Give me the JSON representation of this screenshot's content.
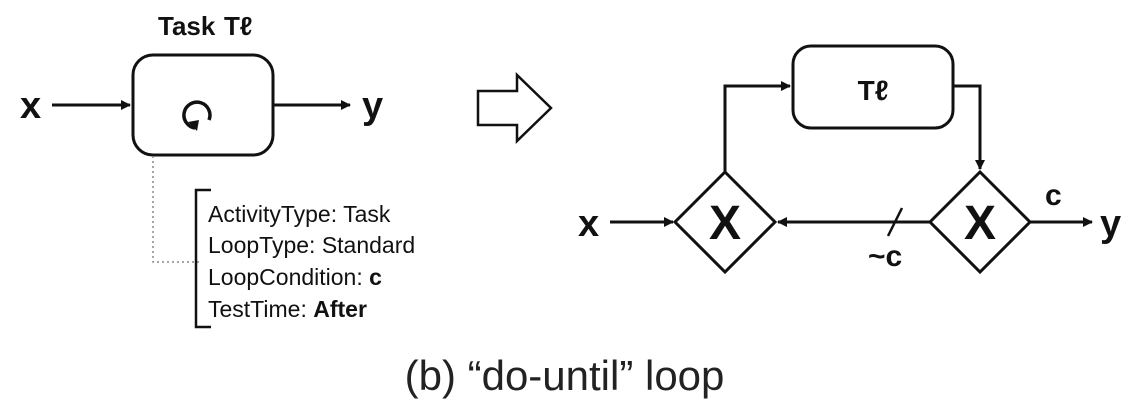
{
  "left": {
    "task_title": "Task",
    "task_name": "Tℓ",
    "input_label": "x",
    "output_label": "y",
    "loop_marker_icon": "loop-arrow-icon",
    "attributes": [
      {
        "key": "ActivityType: ",
        "value": "Task"
      },
      {
        "key": "LoopType: ",
        "value": "Standard"
      },
      {
        "key": "LoopCondition: ",
        "value": "c"
      },
      {
        "key": "TestTime: ",
        "value": "After"
      }
    ]
  },
  "transform_arrow_icon": "hollow-right-arrow-icon",
  "right": {
    "task_name": "Tℓ",
    "input_label": "x",
    "output_label": "y",
    "exit_condition": "c",
    "loop_condition": "~c",
    "gateway_marker": "X"
  },
  "caption": "(b)  “do-until” loop"
}
